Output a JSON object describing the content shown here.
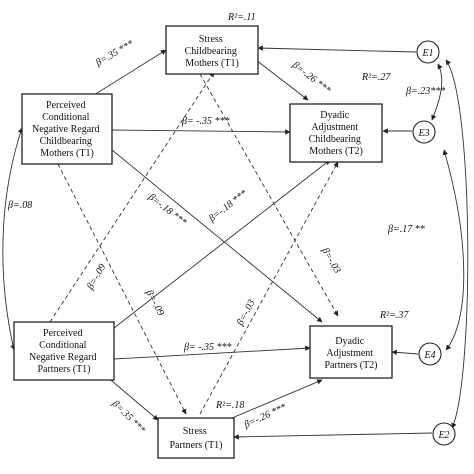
{
  "boxes": {
    "stress_mothers": [
      "Stress",
      "Childbearing",
      "Mothers (T1)"
    ],
    "pcnr_mothers": [
      "Perceived",
      "Conditional",
      "Negative Regard",
      "Childbearing",
      "Mothers (T1)"
    ],
    "dyadic_mothers": [
      "Dyadic",
      "Adjustment",
      "Childbearing",
      "Mothers (T2)"
    ],
    "pcnr_partners": [
      "Perceived",
      "Conditional",
      "Negative Regard",
      "Partners (T1)"
    ],
    "dyadic_partners": [
      "Dyadic",
      "Adjustment",
      "Partners (T2)"
    ],
    "stress_partners": [
      "Stress",
      "Partners (T1)"
    ]
  },
  "errors": {
    "e1": "E1",
    "e3": "E3",
    "e4": "E4",
    "e2": "E2"
  },
  "labels": {
    "r2_stress_mothers": "R²=.11",
    "r2_dyadic_mothers": "R²=.27",
    "r2_dyadic_partners": "R²=.37",
    "r2_stress_partners": "R²=.18",
    "b_pcnrm_stressm": "β=.35 ***",
    "b_stressm_dyadm": "β=-.26 ***",
    "b_e1_e3": "β=.23***",
    "b_pcnrm_dyadm": "β= -.35 ***",
    "b_cov_pcnr": "β=.08",
    "b_pcnrm_dyadp": "β=-.18 ***",
    "b_pcnrp_dyadm": "β=-.18 ***",
    "b_e2_e4": "β=.17 **",
    "b_pcnrp_stressm": "β=-.09",
    "b_pcnrm_stressp": "β=-.09",
    "b_stressm_dyadp": "β=-.03",
    "b_stressp_dyadm": "β=-.03",
    "b_pcnrp_dyadp": "β= -.35 ***",
    "b_pcnrp_stressp": "β=.35 ***",
    "b_stressp_dyadp": "β=-.26 ***"
  }
}
